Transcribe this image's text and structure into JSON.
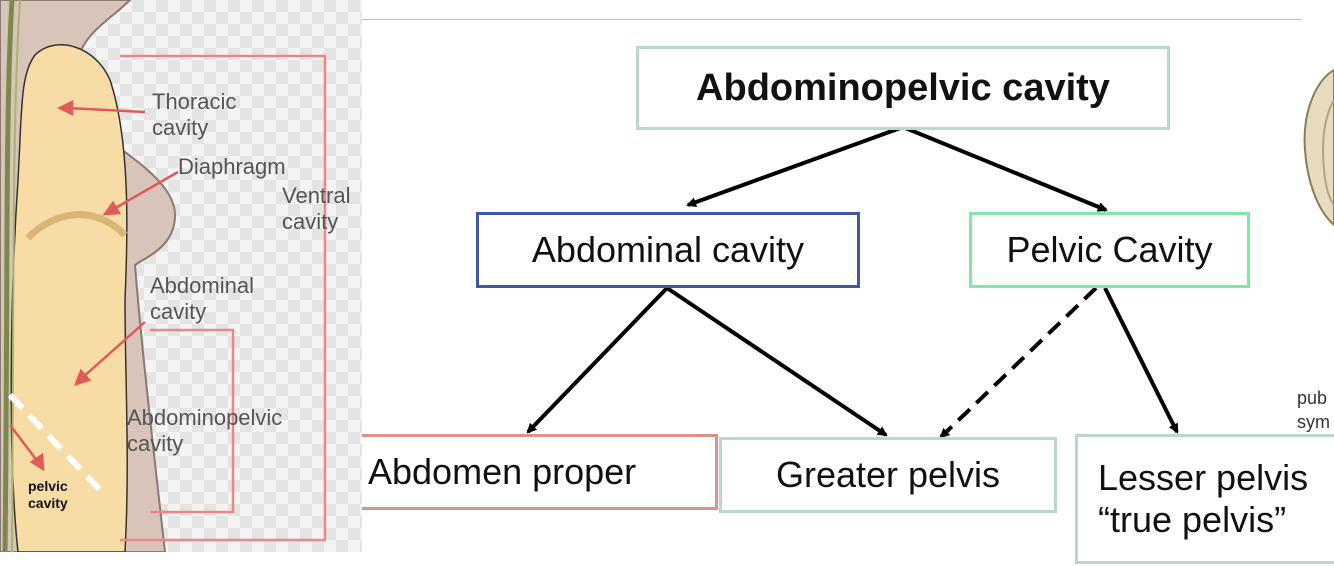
{
  "left_figure": {
    "labels": {
      "thoracic": "Thoracic\ncavity",
      "diaphragm": "Diaphragm",
      "ventral": "Ventral\ncavity",
      "abdominal": "Abdominal\ncavity",
      "abdominopelvic": "Abdominopelvic\ncavity",
      "pelvic": "pelvic\ncavity"
    },
    "colors": {
      "body": "#f8dca5",
      "skin": "#d8c4b8",
      "bracket": "#e8888a",
      "arrow": "#e05a5a",
      "diaphragm": "#d9b673"
    }
  },
  "diagram": {
    "root": "Abdominopelvic cavity",
    "abdominal": "Abdominal cavity",
    "pelvic": "Pelvic Cavity",
    "abdomen_proper": "Abdomen proper",
    "greater_pelvis": "Greater pelvis",
    "lesser_pelvis": "Lesser pelvis\n“true pelvis”"
  },
  "side_text": "pub\nsym"
}
